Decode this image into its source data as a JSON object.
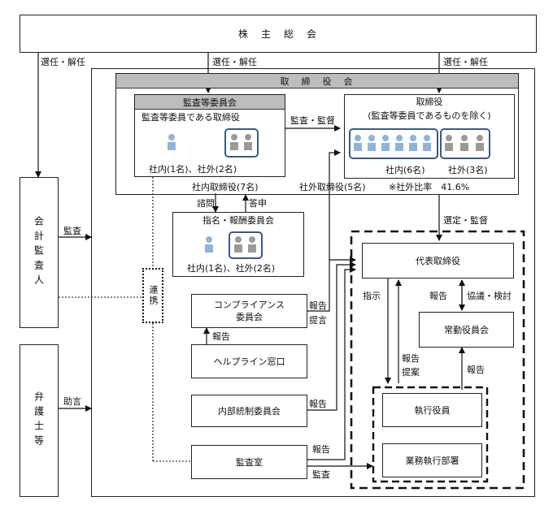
{
  "shareholders": "株　主　総　会",
  "board": {
    "title": "取　締　役　会",
    "audit_committee": {
      "title": "監査等委員会",
      "subtitle": "監査等委員である取締役",
      "count": "社内(1名)、社外(2名)"
    },
    "directors": {
      "title": "取締役",
      "subtitle": "(監査等委員であるものを除く)",
      "count_inside": "社内(6名)",
      "count_outside": "社外(3名)"
    },
    "inside_total": "社内取締役(7名)",
    "outside_total": "社外取締役(5名)",
    "outside_ratio": "※社外比率　41.6%"
  },
  "nomination": {
    "title": "指名・報酬委員会",
    "count": "社内(1名)、社外(2名)"
  },
  "auditor": "会計監査人",
  "lawyer": "弁護士等",
  "renkei": "連携",
  "compliance": "コンプライアンス委員会",
  "helpline": "ヘルプライン窓口",
  "internal_control": "内部統制委員会",
  "audit_office": "監査室",
  "rep_director": "代表取締役",
  "standing_board": "常勤役員会",
  "exec_officers": "執行役員",
  "business_depts": "業務執行部署",
  "labels": {
    "elect1": "選任・解任",
    "elect2": "選任・解任",
    "elect3": "選任・解任",
    "audit_supervise": "監査・監督",
    "consult": "諮問",
    "answer": "答申",
    "select_supervise": "選定・監督",
    "audit_acct": "監査",
    "advice": "助言",
    "report_c": "報告",
    "propose_c": "提言",
    "report_help": "報告",
    "report_ic": "報告",
    "report_ao": "報告",
    "audit_ao": "監査",
    "instruct": "指示",
    "report_exec": "報告",
    "propose_exec": "提案",
    "report_rep": "報告",
    "discuss": "協議・検討",
    "report_standing": "報告"
  }
}
